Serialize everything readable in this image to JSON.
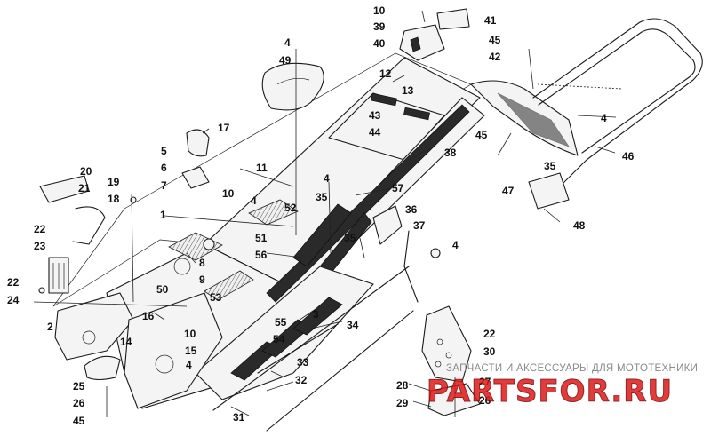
{
  "callouts": [
    {
      "id": "c10a",
      "label": "10"
    },
    {
      "id": "c41",
      "label": "41"
    },
    {
      "id": "c39",
      "label": "39"
    },
    {
      "id": "c40",
      "label": "40"
    },
    {
      "id": "c4a",
      "label": "4"
    },
    {
      "id": "c49",
      "label": "49"
    },
    {
      "id": "c45a",
      "label": "45"
    },
    {
      "id": "c42",
      "label": "42"
    },
    {
      "id": "c12",
      "label": "12"
    },
    {
      "id": "c13",
      "label": "13"
    },
    {
      "id": "c43",
      "label": "43"
    },
    {
      "id": "c44",
      "label": "44"
    },
    {
      "id": "c4b",
      "label": "4"
    },
    {
      "id": "c45b",
      "label": "45"
    },
    {
      "id": "c46",
      "label": "46"
    },
    {
      "id": "c17",
      "label": "17"
    },
    {
      "id": "c5",
      "label": "5"
    },
    {
      "id": "c6",
      "label": "6"
    },
    {
      "id": "c7",
      "label": "7"
    },
    {
      "id": "c11",
      "label": "11"
    },
    {
      "id": "c38",
      "label": "38"
    },
    {
      "id": "c35a",
      "label": "35"
    },
    {
      "id": "c47",
      "label": "47"
    },
    {
      "id": "c48",
      "label": "48"
    },
    {
      "id": "c20",
      "label": "20"
    },
    {
      "id": "c19",
      "label": "19"
    },
    {
      "id": "c21",
      "label": "21"
    },
    {
      "id": "c18",
      "label": "18"
    },
    {
      "id": "c10b",
      "label": "10"
    },
    {
      "id": "c4c",
      "label": "4"
    },
    {
      "id": "c4d",
      "label": "4"
    },
    {
      "id": "c35b",
      "label": "35"
    },
    {
      "id": "c57",
      "label": "57"
    },
    {
      "id": "c52",
      "label": "52"
    },
    {
      "id": "c36",
      "label": "36"
    },
    {
      "id": "c1",
      "label": "1"
    },
    {
      "id": "c22a",
      "label": "22"
    },
    {
      "id": "c51",
      "label": "51"
    },
    {
      "id": "c35c",
      "label": "35"
    },
    {
      "id": "c37",
      "label": "37"
    },
    {
      "id": "c4e",
      "label": "4"
    },
    {
      "id": "c23",
      "label": "23"
    },
    {
      "id": "c8",
      "label": "8"
    },
    {
      "id": "c56",
      "label": "56"
    },
    {
      "id": "c22b",
      "label": "22"
    },
    {
      "id": "c24",
      "label": "24"
    },
    {
      "id": "c9",
      "label": "9"
    },
    {
      "id": "c50",
      "label": "50"
    },
    {
      "id": "c53",
      "label": "53"
    },
    {
      "id": "c3",
      "label": "3"
    },
    {
      "id": "c16",
      "label": "16"
    },
    {
      "id": "c55",
      "label": "55"
    },
    {
      "id": "c34",
      "label": "34"
    },
    {
      "id": "c2",
      "label": "2"
    },
    {
      "id": "c10c",
      "label": "10"
    },
    {
      "id": "c14",
      "label": "14"
    },
    {
      "id": "c54",
      "label": "54"
    },
    {
      "id": "c15",
      "label": "15"
    },
    {
      "id": "c22c",
      "label": "22"
    },
    {
      "id": "c30",
      "label": "30"
    },
    {
      "id": "c4f",
      "label": "4"
    },
    {
      "id": "c33",
      "label": "33"
    },
    {
      "id": "c28",
      "label": "28"
    },
    {
      "id": "c27",
      "label": "27"
    },
    {
      "id": "c25",
      "label": "25"
    },
    {
      "id": "c32",
      "label": "32"
    },
    {
      "id": "c29",
      "label": "29"
    },
    {
      "id": "c26a",
      "label": "26"
    },
    {
      "id": "c26b",
      "label": "26"
    },
    {
      "id": "c45c",
      "label": "45"
    },
    {
      "id": "c31",
      "label": "31"
    }
  ],
  "watermark": {
    "caption": "ЗАПЧАСТИ И АКСЕССУАРЫ ДЛЯ МОТОТЕХНИКИ",
    "logo": "PARTSFOR.RU"
  }
}
